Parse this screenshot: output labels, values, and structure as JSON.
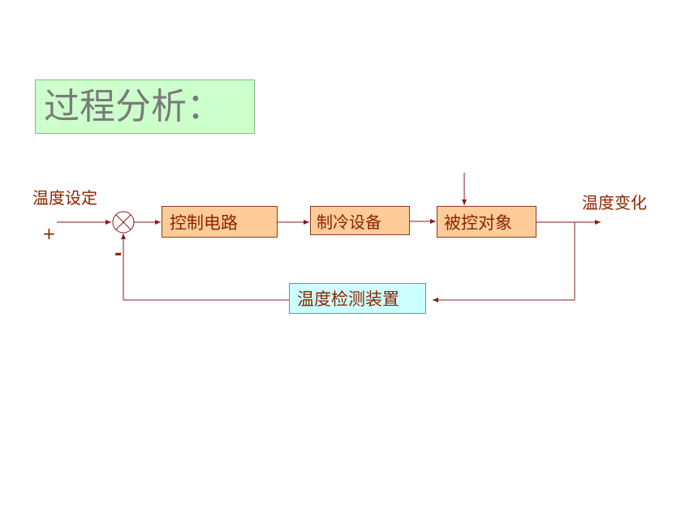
{
  "title": "过程分析：",
  "input_label": "温度设定",
  "output_label": "温度变化",
  "plus_sign": "+",
  "minus_sign": "-",
  "blocks": {
    "controller": "控制电路",
    "refrigeration": "制冷设备",
    "plant": "被控对象",
    "sensor": "温度检测装置"
  },
  "colors": {
    "line": "#8b1a1a",
    "text": "#8b2500",
    "forward_block_fill": "#ffcc99",
    "feedback_block_fill": "#ccffff",
    "title_fill": "#ccffcc",
    "title_text": "#7a7a7a"
  }
}
